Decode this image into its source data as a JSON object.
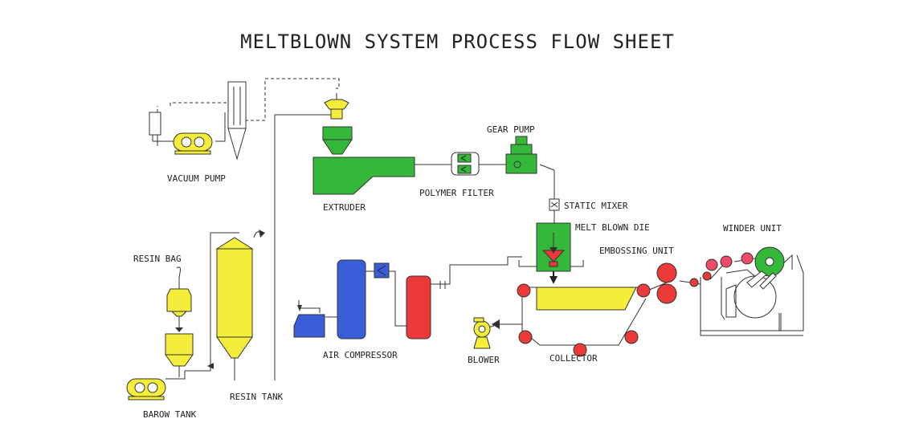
{
  "title": "MELTBLOWN SYSTEM PROCESS FLOW SHEET",
  "labels": {
    "vacuum_pump": "VACUUM PUMP",
    "extruder": "EXTRUDER",
    "polymer_filter": "POLYMER FILTER",
    "gear_pump": "GEAR PUMP",
    "static_mixer": "STATIC MIXER",
    "melt_blown_die": "MELT BLOWN DIE",
    "embossing_unit": "EMBOSSING UNIT",
    "winder_unit": "WINDER UNIT",
    "resin_bag": "RESIN BAG",
    "resin_tank": "RESIN TANK",
    "barow_tank": "BAROW TANK",
    "air_compressor": "AIR COMPRESSOR",
    "blower": "BLOWER",
    "collector": "COLLECTOR"
  },
  "colors": {
    "yellow": "#f4ee3a",
    "green": "#35b83a",
    "blue": "#3a5ed8",
    "red": "#ec3a3a",
    "pink": "#ef4a6a",
    "line": "#333333"
  }
}
